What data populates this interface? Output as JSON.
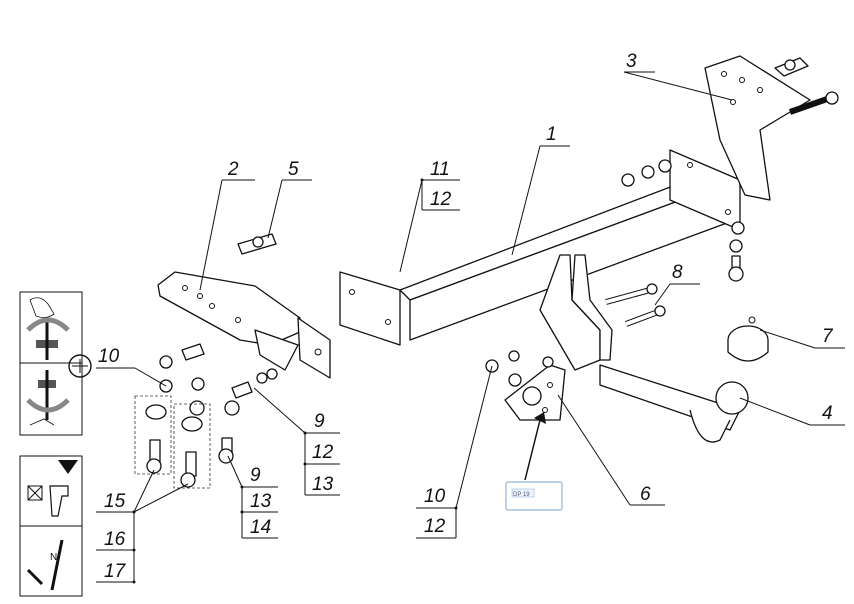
{
  "callouts": [
    {
      "id": "c1",
      "text": "1"
    },
    {
      "id": "c2",
      "text": "2"
    },
    {
      "id": "c3",
      "text": "3"
    },
    {
      "id": "c4",
      "text": "4"
    },
    {
      "id": "c5",
      "text": "5"
    },
    {
      "id": "c6",
      "text": "6"
    },
    {
      "id": "c7",
      "text": "7"
    },
    {
      "id": "c8",
      "text": "8"
    },
    {
      "id": "c9a",
      "text": "9"
    },
    {
      "id": "c12a",
      "text": "12"
    },
    {
      "id": "c13a",
      "text": "13"
    },
    {
      "id": "c9b",
      "text": "9"
    },
    {
      "id": "c13b",
      "text": "13"
    },
    {
      "id": "c14",
      "text": "14"
    },
    {
      "id": "c10a",
      "text": "10"
    },
    {
      "id": "c11",
      "text": "11"
    },
    {
      "id": "c12b",
      "text": "12"
    },
    {
      "id": "c10b",
      "text": "10"
    },
    {
      "id": "c12c",
      "text": "12"
    },
    {
      "id": "c15",
      "text": "15"
    },
    {
      "id": "c16",
      "text": "16"
    },
    {
      "id": "c17",
      "text": "17"
    }
  ],
  "tags": {
    "plate": "DP 19"
  },
  "icons": [
    "hand-torque-icon",
    "impact-wrench-icon",
    "torque-wrench-icon",
    "arrow-pointer-icon"
  ]
}
